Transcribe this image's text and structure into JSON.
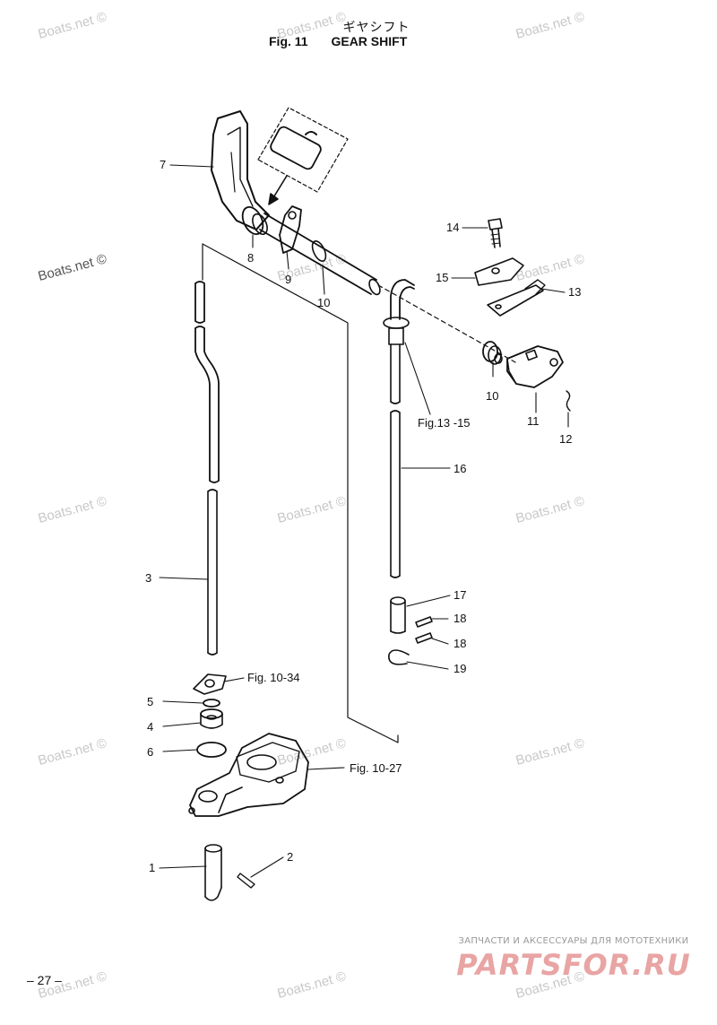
{
  "header": {
    "title_jp": "ギヤシフト",
    "fig_number": "Fig. 11",
    "title_en": "GEAR SHIFT"
  },
  "watermark": "Boats.net ©",
  "page_number": "– 27 –",
  "banner": {
    "tagline": "ЗАПЧАСТИ И АКСЕССУАРЫ ДЛЯ МОТОТЕХНИКИ",
    "logo": "PARTSFOR.RU"
  },
  "callouts": {
    "p1": "1",
    "p2": "2",
    "p3": "3",
    "p4": "4",
    "p5": "5",
    "p6": "6",
    "p7": "7",
    "p8": "8",
    "p9": "9",
    "p10a": "10",
    "p10b": "10",
    "p11": "11",
    "p12": "12",
    "p13": "13",
    "p14": "14",
    "p15": "15",
    "p16": "16",
    "p17": "17",
    "p18a": "18",
    "p18b": "18",
    "p19": "19",
    "ref_fig13_15": "Fig.13 -15",
    "ref_fig10_34": "Fig. 10-34",
    "ref_fig10_27": "Fig. 10-27"
  }
}
